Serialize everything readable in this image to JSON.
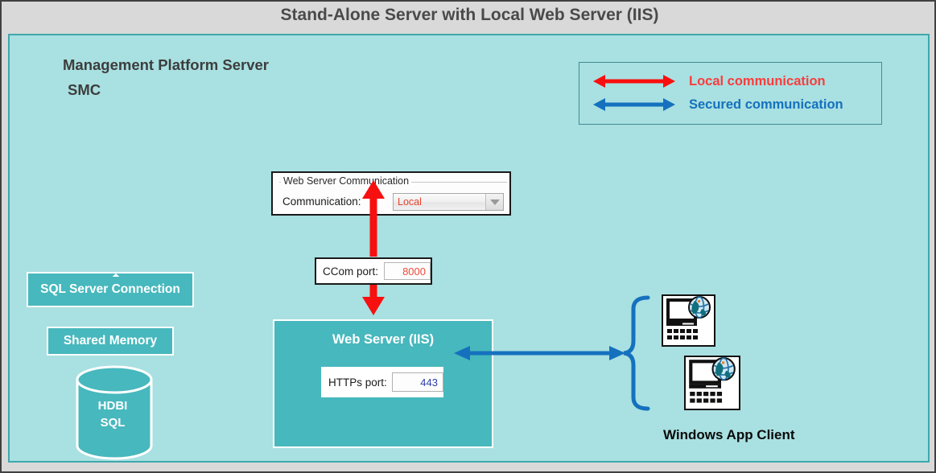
{
  "page": {
    "title": "Stand-Alone Server with Local Web Server (IIS)",
    "background_color": "#d9d9d9",
    "panel_color": "#a9e0e1",
    "teal_color": "#47b8bd",
    "red_color": "#fa3c3c",
    "blue_color": "#1571be"
  },
  "server": {
    "heading": "Management Platform Server",
    "subheading": "SMC"
  },
  "legend": {
    "items": [
      {
        "label": "Local communication",
        "color": "#fa3c3c",
        "icon": "double-arrow-icon"
      },
      {
        "label": "Secured communication",
        "color": "#1571be",
        "icon": "double-arrow-icon"
      }
    ]
  },
  "web_server_communication": {
    "group_title": "Web Server Communication",
    "field_label": "Communication:",
    "value": "Local",
    "options": [
      "Local"
    ],
    "dropdown_icon": "chevron-down-icon"
  },
  "ccom": {
    "label": "CCom port:",
    "value": "8000"
  },
  "iis": {
    "title": "Web Server (IIS)",
    "https_label": "HTTPs port:",
    "https_value": "443"
  },
  "sql": {
    "connection_label": "SQL Server Connection",
    "shared_memory_label": "Shared Memory",
    "database_line1": "HDBI",
    "database_line2": "SQL",
    "database_icon": "database-cylinder-icon"
  },
  "clients": {
    "label": "Windows App Client",
    "icons": [
      "computer-globe-icon",
      "computer-globe-icon"
    ],
    "brace_icon": "curly-brace-icon"
  },
  "connectors": {
    "ccom_up_arrow": "red-arrow-up",
    "ccom_down_arrow": "red-arrow-down",
    "client_arrow": "blue-double-arrow"
  }
}
